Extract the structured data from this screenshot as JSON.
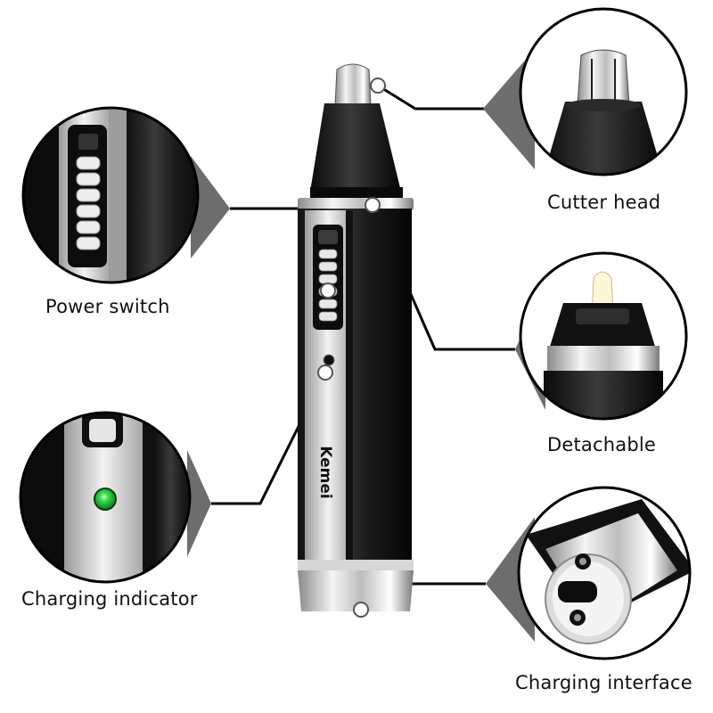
{
  "brand": "Kemei",
  "callouts": {
    "cutter_head": "Cutter head",
    "power_switch": "Power switch",
    "detachable": "Detachable",
    "charging_indicator": "Charging indicator",
    "charging_interface": "Charging interface"
  },
  "colors": {
    "background": "#ffffff",
    "body": "#1b1b1b",
    "chrome": "#d9d9d9",
    "led": "#22c63a",
    "outline": "#000000"
  },
  "icons": {
    "cutter": "trimmer-cutter-head",
    "switch": "slide-switch",
    "led": "led-indicator",
    "port": "charging-port"
  }
}
